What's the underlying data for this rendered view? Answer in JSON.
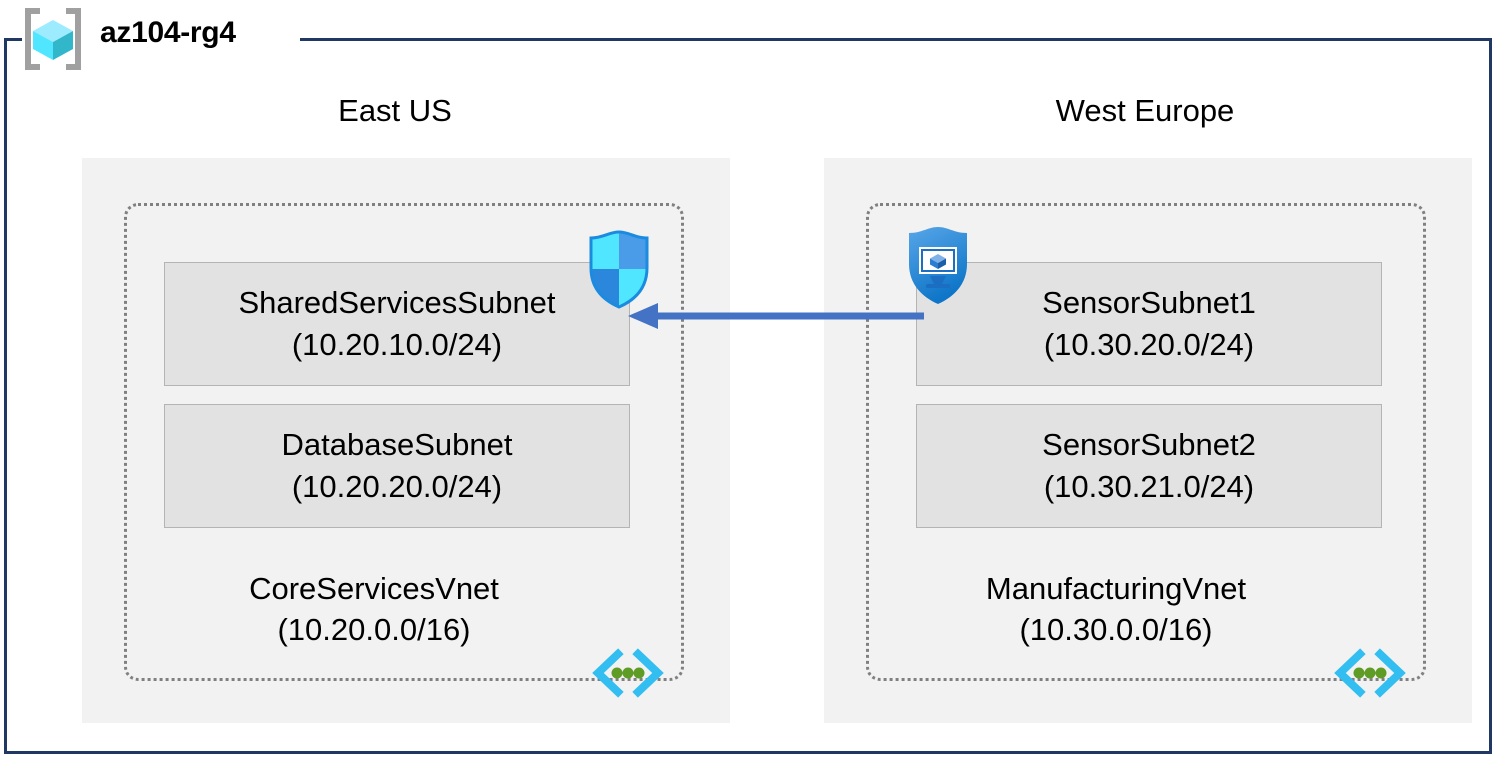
{
  "resource_group": {
    "name": "az104-rg4",
    "icon": "resource-group-cube-icon"
  },
  "regions": [
    {
      "label": "East US"
    },
    {
      "label": "West Europe"
    }
  ],
  "vnets": [
    {
      "name": "CoreServicesVnet",
      "cidr": "(10.20.0.0/16)",
      "region": "East US",
      "icon": "virtual-network-icon",
      "subnets": [
        {
          "name": "SharedServicesSubnet",
          "cidr": "(10.20.10.0/24)",
          "attached_icon": "network-security-group-shield-icon"
        },
        {
          "name": "DatabaseSubnet",
          "cidr": "(10.20.20.0/24)",
          "attached_icon": null
        }
      ]
    },
    {
      "name": "ManufacturingVnet",
      "cidr": "(10.30.0.0/16)",
      "region": "West Europe",
      "icon": "virtual-network-icon",
      "subnets": [
        {
          "name": "SensorSubnet1",
          "cidr": "(10.30.20.0/24)",
          "attached_icon": "vm-security-shield-icon"
        },
        {
          "name": "SensorSubnet2",
          "cidr": "(10.30.21.0/24)",
          "attached_icon": null
        }
      ]
    }
  ],
  "connection": {
    "icon": "left-arrow-connector",
    "direction": "right-to-left",
    "from": "SensorSubnet1",
    "to": "SharedServicesSubnet"
  },
  "colors": {
    "resource_group_border": "#1F3864",
    "region_panel_fill": "#F2F2F2",
    "vnet_border": "#808080",
    "subnet_fill": "#E2E2E2",
    "subnet_border": "#B4B4B4",
    "arrow": "#4472C4",
    "vnet_icon_bracket": "#32BEF0",
    "vnet_icon_dot": "#5E9C25",
    "cube_light": "#9CEBFF",
    "cube_mid": "#50E6FF",
    "cube_dark": "#32B6C9",
    "bracket_gray": "#A0A0A0",
    "shield_cyan": "#50E6FF",
    "shield_blue": "#0078D4",
    "shield_deep": "#1B6EC2"
  }
}
